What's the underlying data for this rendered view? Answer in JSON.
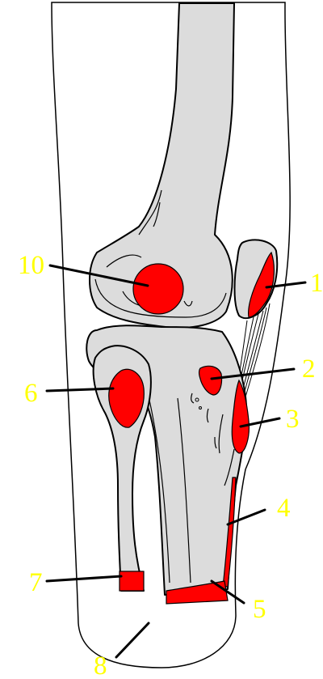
{
  "figure": {
    "colors": {
      "label": "#ffff00",
      "lesion": "#ff0000",
      "bone": "#dcdcdc",
      "skin": "#ffffff",
      "line": "#000000"
    },
    "labels": [
      {
        "id": "1",
        "text": "1"
      },
      {
        "id": "2",
        "text": "2"
      },
      {
        "id": "3",
        "text": "3"
      },
      {
        "id": "4",
        "text": "4"
      },
      {
        "id": "5",
        "text": "5"
      },
      {
        "id": "6",
        "text": "6"
      },
      {
        "id": "7",
        "text": "7"
      },
      {
        "id": "8",
        "text": "8"
      },
      {
        "id": "10",
        "text": "10"
      }
    ]
  }
}
